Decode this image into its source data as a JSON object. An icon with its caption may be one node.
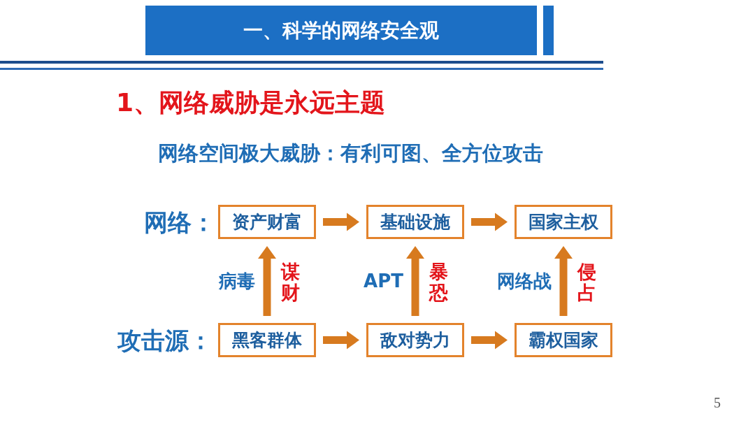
{
  "diagram": {
    "title": "一、科学的网络安全观",
    "nodes": [
      {
        "text": [
          "资产财富"
        ]
      },
      {
        "text": [
          "基础设施"
        ]
      },
      {
        "text": [
          "国家主权"
        ]
      },
      {
        "text": [
          "黑客群体"
        ]
      },
      {
        "text": [
          "敌对势力"
        ]
      },
      {
        "text": [
          "霸权国家"
        ]
      }
    ],
    "edges": [
      {
        "from": 0,
        "to": 1,
        "arrow": "to"
      },
      {
        "from": 1,
        "to": 2,
        "arrow": "to"
      },
      {
        "from": 3,
        "to": 0,
        "arrow": "to",
        "label": "病毒"
      },
      {
        "from": 4,
        "to": 1,
        "arrow": "to",
        "label": "APT"
      },
      {
        "from": 5,
        "to": 2,
        "arrow": "to",
        "label": "网络战"
      },
      {
        "from": 3,
        "to": 4,
        "arrow": "to"
      },
      {
        "from": 4,
        "to": 5,
        "arrow": "to"
      }
    ],
    "labels": [
      "1、网络威胁是永远主题",
      "网络空间极大威胁：有利可图、全方位攻击",
      "网络：",
      "攻击源：",
      "谋财",
      "暴恐",
      "侵占",
      "5"
    ]
  }
}
